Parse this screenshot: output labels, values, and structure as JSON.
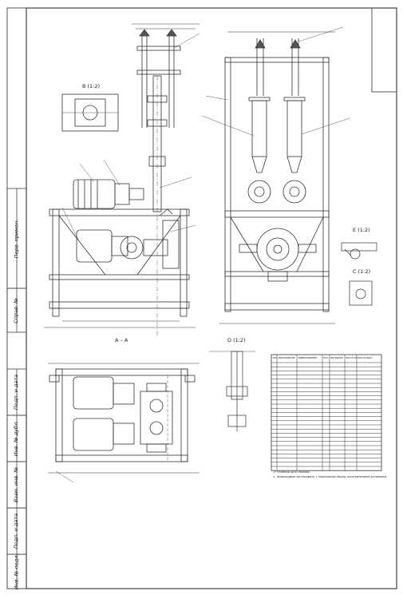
{
  "side_stamp": [
    "Перв. примен.",
    "Справ. №",
    "Подп. и дата",
    "Инв. № дубл.",
    "Взам. инв. №",
    "Подп. и дата",
    "Инв. № подл."
  ],
  "section_labels": {
    "view_b": "В (1:2)",
    "section_aa": "А – А",
    "view_d": "D (1:2)",
    "view_e": "E (1:2)",
    "view_c": "C (1:2)"
  },
  "spec_table": {
    "headers": [
      "Поз.",
      "Обозначение",
      "Наименование",
      "Кол.",
      "Материал",
      "Масса ед.",
      "Масса общ."
    ],
    "row_count": 26
  },
  "notes": [
    "1* Размеры для справок.",
    "2. Необходимо согласовать с заказчиком перед изготовлением установки."
  ],
  "colors": {
    "line": "#3a3a3a",
    "paper": "#ffffff",
    "hatch": "#777777"
  }
}
